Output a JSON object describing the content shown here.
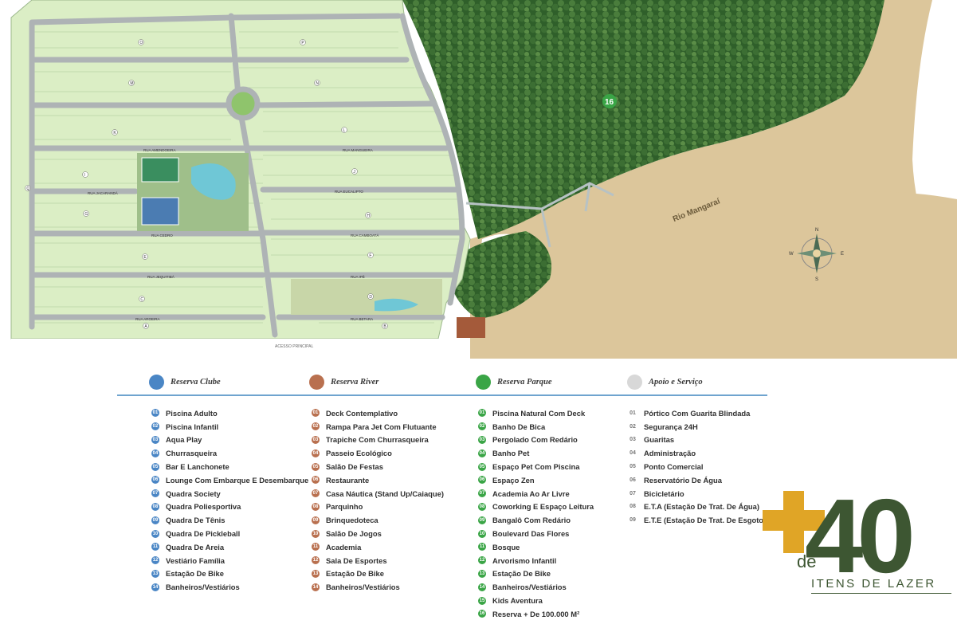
{
  "map": {
    "river_label": "Rio Mangaraí",
    "access_label": "ACESSO PRINCIPAL",
    "area_number": "16",
    "compass": {
      "n": "N",
      "s": "S",
      "e": "E",
      "w": "W"
    },
    "street_labels": [
      "RUA AROEIRA",
      "RUA BETARA",
      "RUA JEQUITIBÁ",
      "RUA IPÊ",
      "RUA CEDRO",
      "RUA CAMBOATÁ",
      "RUA JACARANDÁ",
      "RUA EUCALIPTO",
      "RUA AMENDOEIRA",
      "RUA MANGUEIRA"
    ],
    "quadra_letters": [
      "A",
      "B",
      "C",
      "D",
      "E",
      "F",
      "G",
      "H",
      "I",
      "J",
      "K",
      "L",
      "M",
      "N",
      "O",
      "P",
      "Q"
    ],
    "colors": {
      "lot": "#dbeec5",
      "road": "#aeb3b5",
      "forest": "#33642d",
      "sand": "#dcc69b",
      "water": "#6fc7d6"
    }
  },
  "legend": {
    "categories": [
      {
        "label": "Reserva Clube",
        "color": "#4a86c5"
      },
      {
        "label": "Reserva River",
        "color": "#b9704f"
      },
      {
        "label": "Reserva Parque",
        "color": "#3aa546"
      },
      {
        "label": "Apoio e Serviço",
        "color": "#d8d8d8"
      }
    ],
    "clube": [
      {
        "n": "01",
        "t": "Piscina Adulto"
      },
      {
        "n": "02",
        "t": "Piscina Infantil"
      },
      {
        "n": "03",
        "t": "Aqua Play"
      },
      {
        "n": "04",
        "t": "Churrasqueira"
      },
      {
        "n": "05",
        "t": "Bar E Lanchonete"
      },
      {
        "n": "06",
        "t": "Lounge Com Embarque E Desembarque"
      },
      {
        "n": "07",
        "t": "Quadra Society"
      },
      {
        "n": "08",
        "t": "Quadra Poliesportiva"
      },
      {
        "n": "09",
        "t": "Quadra De Tênis"
      },
      {
        "n": "10",
        "t": "Quadra De Pickleball"
      },
      {
        "n": "11",
        "t": "Quadra De Areia"
      },
      {
        "n": "12",
        "t": "Vestiário Família"
      },
      {
        "n": "13",
        "t": "Estação De Bike"
      },
      {
        "n": "14",
        "t": "Banheiros/Vestiários"
      }
    ],
    "river": [
      {
        "n": "01",
        "t": "Deck Contemplativo"
      },
      {
        "n": "02",
        "t": "Rampa Para Jet Com Flutuante"
      },
      {
        "n": "03",
        "t": "Trapiche Com Churrasqueira"
      },
      {
        "n": "04",
        "t": "Passeio Ecológico"
      },
      {
        "n": "05",
        "t": "Salão De Festas"
      },
      {
        "n": "06",
        "t": "Restaurante"
      },
      {
        "n": "07",
        "t": "Casa Náutica (Stand Up/Caiaque)"
      },
      {
        "n": "08",
        "t": "Parquinho"
      },
      {
        "n": "09",
        "t": "Brinquedoteca"
      },
      {
        "n": "10",
        "t": "Salão De Jogos"
      },
      {
        "n": "11",
        "t": "Academia"
      },
      {
        "n": "12",
        "t": "Sala De Esportes"
      },
      {
        "n": "13",
        "t": "Estação De Bike"
      },
      {
        "n": "14",
        "t": "Banheiros/Vestiários"
      }
    ],
    "parque": [
      {
        "n": "01",
        "t": "Piscina Natural Com Deck"
      },
      {
        "n": "02",
        "t": "Banho De Bica"
      },
      {
        "n": "03",
        "t": "Pergolado Com Redário"
      },
      {
        "n": "04",
        "t": "Banho Pet"
      },
      {
        "n": "05",
        "t": "Espaço Pet Com Piscina"
      },
      {
        "n": "06",
        "t": "Espaço Zen"
      },
      {
        "n": "07",
        "t": "Academia Ao Ar Livre"
      },
      {
        "n": "08",
        "t": "Coworking E Espaço Leitura"
      },
      {
        "n": "09",
        "t": "Bangalô Com Redário"
      },
      {
        "n": "10",
        "t": "Boulevard Das Flores"
      },
      {
        "n": "11",
        "t": "Bosque"
      },
      {
        "n": "12",
        "t": "Arvorismo Infantil"
      },
      {
        "n": "13",
        "t": "Estação De Bike"
      },
      {
        "n": "14",
        "t": "Banheiros/Vestiários"
      },
      {
        "n": "15",
        "t": "Kids Aventura"
      },
      {
        "n": "16",
        "t": "Reserva + De 100.000 M²"
      }
    ],
    "apoio": [
      {
        "n": "01",
        "t": "Pórtico Com Guarita Blindada"
      },
      {
        "n": "02",
        "t": "Segurança 24H"
      },
      {
        "n": "03",
        "t": "Guaritas"
      },
      {
        "n": "04",
        "t": "Administração"
      },
      {
        "n": "05",
        "t": "Ponto Comercial"
      },
      {
        "n": "06",
        "t": "Reservatório De Água"
      },
      {
        "n": "07",
        "t": "Bicicletário"
      },
      {
        "n": "08",
        "t": "E.T.A (Estação De Trat. De Água)"
      },
      {
        "n": "09",
        "t": "E.T.E (Estação De Trat. De Esgoto)"
      }
    ]
  },
  "headline": {
    "plus": "+",
    "number": "40",
    "de": "de",
    "tagline": "ITENS DE LAZER",
    "green": "#3d5632",
    "gold": "#e0a526"
  }
}
